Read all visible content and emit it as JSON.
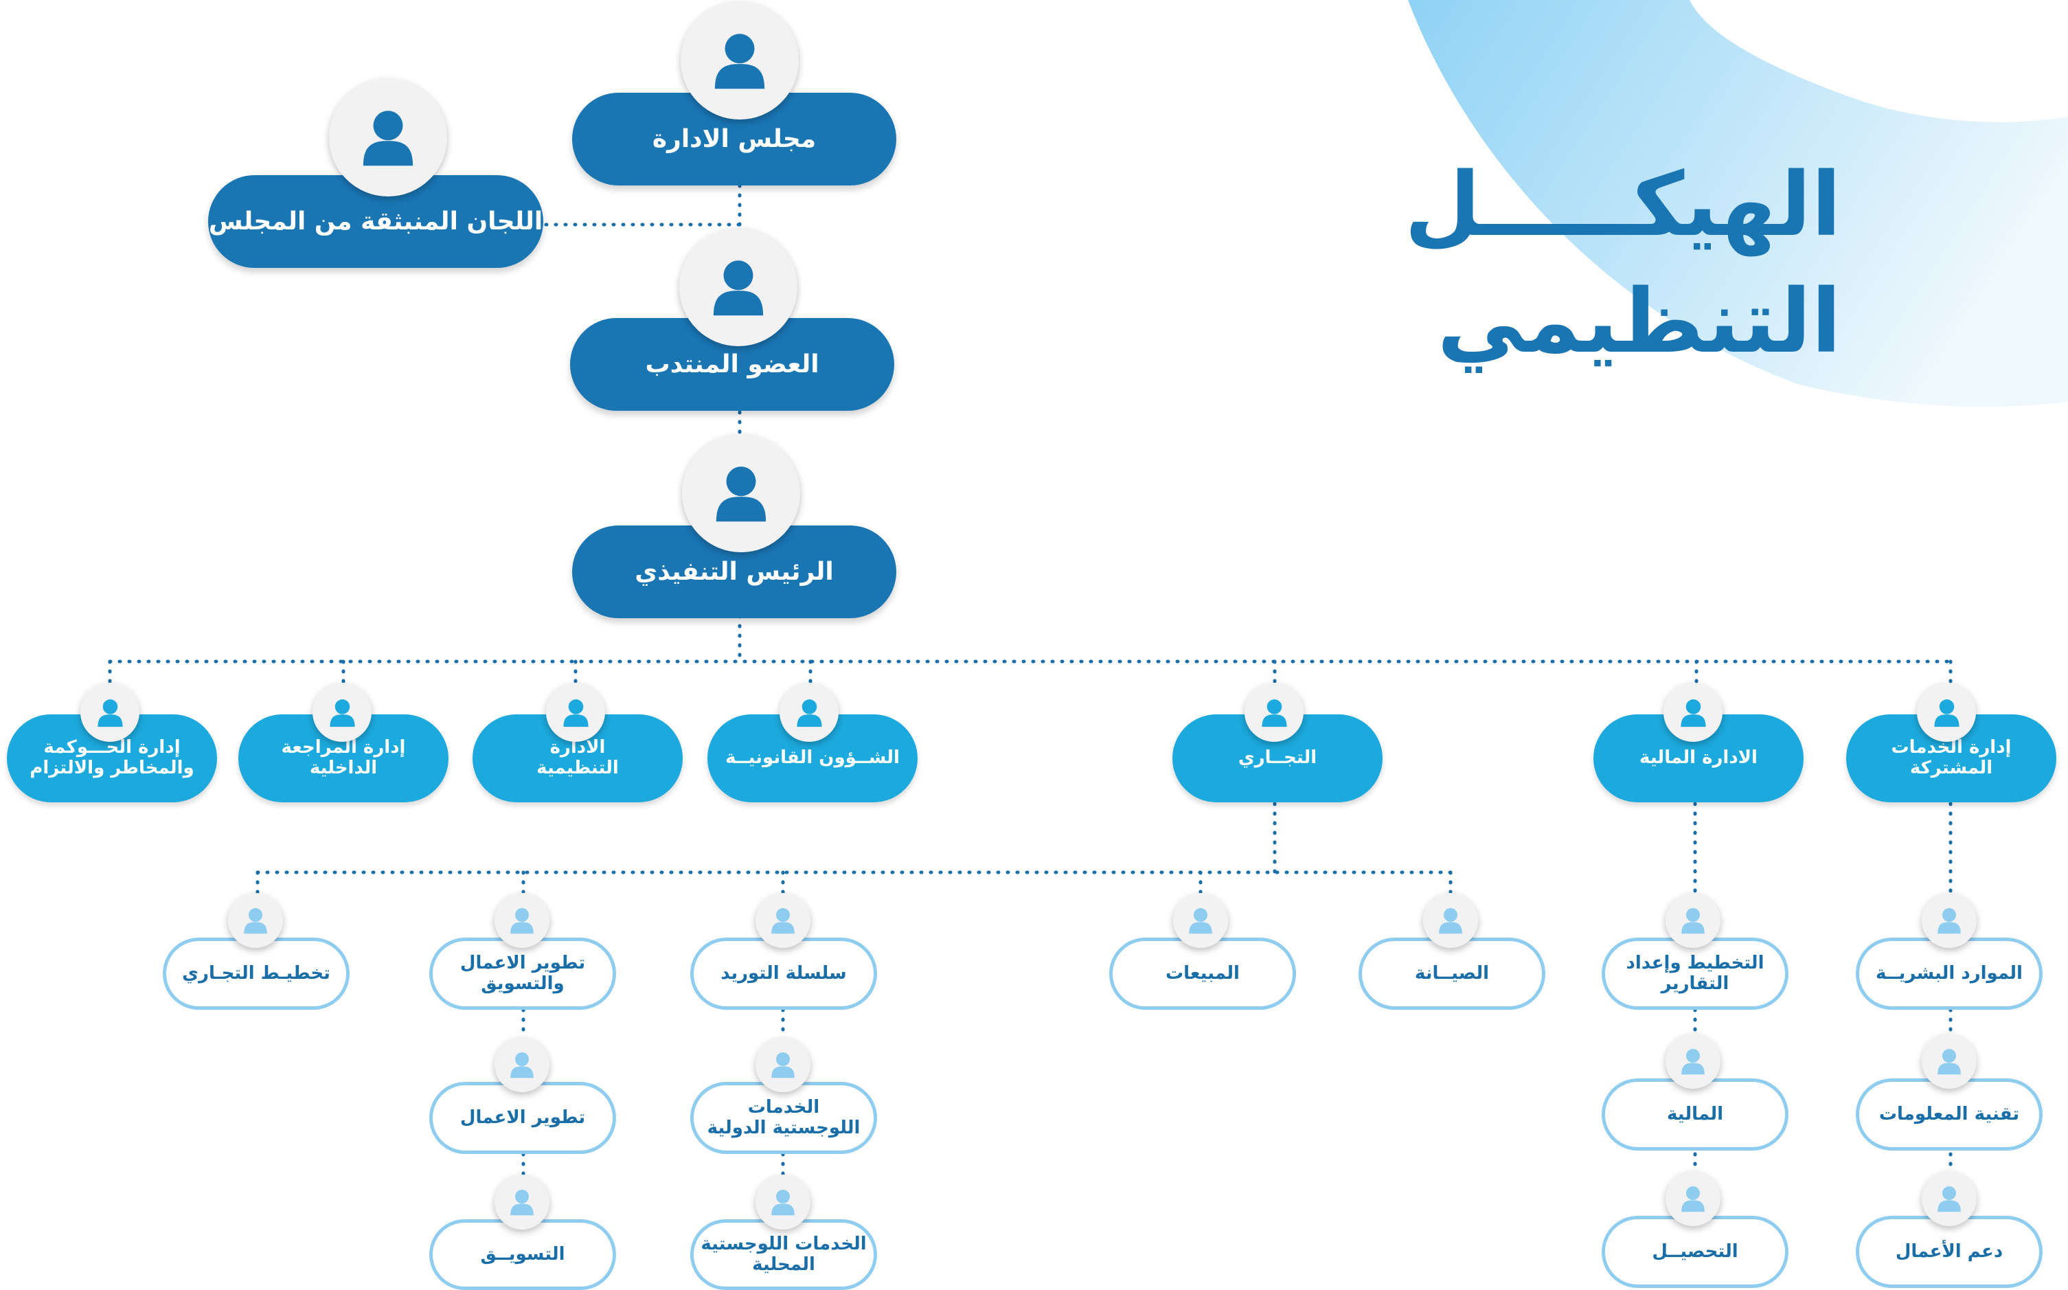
{
  "diagram": {
    "title_line1": "الهيكـــــل",
    "title_line2": "التنظيمي",
    "colors": {
      "dark": "#1a75b3",
      "mid": "#1ca9dd",
      "light_border": "#8fcdf0",
      "arc": "#8fd2f5",
      "dots": "#1a6ea8"
    },
    "top": {
      "board": "مجلس الادارة",
      "committees": "اللجان المنبثقة من المجلس",
      "delegate": "العضو المنتدب",
      "ceo": "الرئيس التنفيذي"
    },
    "departments": {
      "shared": "إدارة الخدمات\nالمشتركة",
      "finance": "الادارة المالية",
      "commercial": "التجــاري",
      "legal": "الشــؤون القانونيــة",
      "regulatory": "الادارة\nالتنظيمية",
      "audit": "إدارة المراجعة\nالداخلية",
      "governance": "إدارة الحـــوكمة\nوالمخاطر والالتزام"
    },
    "shared_units": {
      "hr": "الموارد البشريــة",
      "it": "تقنية المعلومات",
      "support": "دعم الأعمال"
    },
    "finance_units": {
      "planning": "التخطيط وإعداد\nالتقارير",
      "finance": "المالية",
      "collection": "التحصيــل"
    },
    "commercial_units": {
      "maintenance": "الصيــانة",
      "sales": "المبيعات",
      "supply": "سلسلة التوريد",
      "intl_logistics": "الخدمات\nاللوجستية الدولية",
      "local_logistics": "الخدمات اللوجستية\nالمحلية",
      "biz_marketing": "تطوير الاعمال\nوالتسويق",
      "biz_dev": "تطوير الاعمال",
      "marketing": "التسويــق",
      "planning": "تخطيـط التجـاري"
    }
  }
}
